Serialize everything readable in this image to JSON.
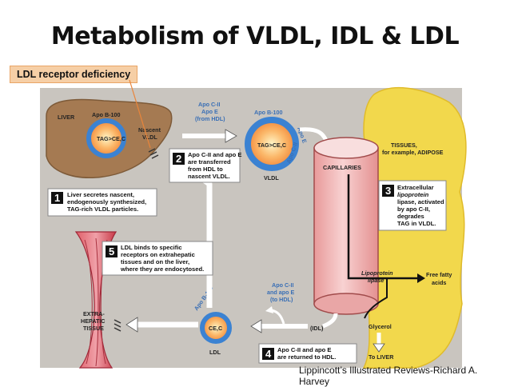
{
  "title": "Metabolism of VLDL, IDL & LDL",
  "badge": "LDL receptor deficiency",
  "credit": "Lippincott’s Illustrated Reviews-Richard A. Harvey",
  "labels": {
    "liver": "LIVER",
    "apo_b100_a": "Apo B-100",
    "tag_a": "TAG>CE,C",
    "nascent": "Nascent",
    "vldl_small": "VLDL",
    "apo_c2_top": "Apo C-II",
    "apo_e_top": "Apo E",
    "from_hdl_top": "(from HDL)",
    "apo_b100_b": "Apo B-100",
    "apo_e_ring": "Apo E",
    "apo_c2_ring": "Apo C-II",
    "tag_b": "TAG>CE,C",
    "vldl": "VLDL",
    "capillaries": "CAPILLARIES",
    "tissues_1": "TISSUES,",
    "tissues_2": "for example, ADIPOSE",
    "lipoprotein_1": "Lipoprotein",
    "lipoprotein_2": "lipase",
    "ffa_1": "Free fatty",
    "ffa_2": "acids",
    "glycerol": "Glycerol",
    "to_liver": "To LIVER",
    "idl": "(IDL)",
    "apo_c2_bot": "Apo C-II",
    "apo_e_bot": "and apo E",
    "to_hdl": "(to HDL)",
    "apo_b100_c": "Apo B-100",
    "cel": "CE,C",
    "ldl": "LDL",
    "extra_1": "EXTRA-",
    "extra_2": "HEPATIC",
    "extra_3": "TISSUE"
  },
  "steps": [
    {
      "num": "1",
      "lines": [
        "Liver secretes nascent,",
        "endogenously synthesized,",
        "TAG-rich VLDL particles."
      ]
    },
    {
      "num": "2",
      "lines": [
        "Apo C-II and apo E",
        "are transferred",
        "from HDL to",
        "nascent VLDL."
      ]
    },
    {
      "num": "3",
      "lines": [
        "Extracellular",
        "lipoprotein",
        "lipase, activated",
        "by apo C-II,",
        "degrades",
        "TAG in VLDL."
      ]
    },
    {
      "num": "4",
      "lines": [
        "Apo C-II and apo E",
        "are returned to HDL."
      ]
    },
    {
      "num": "5",
      "lines": [
        "LDL binds to specific",
        "receptors on extrahepatic",
        "tissues and on the liver,",
        "where they are endocytosed."
      ]
    }
  ],
  "colors": {
    "background_panel": "#c9c5bf",
    "liver": "#a57a52",
    "tissue": "#f2d84c",
    "capillary": "#f0b5b5",
    "particle_ring": "#3b82d2",
    "muscle": "#d9464f",
    "badge": "#f6cfa6"
  }
}
